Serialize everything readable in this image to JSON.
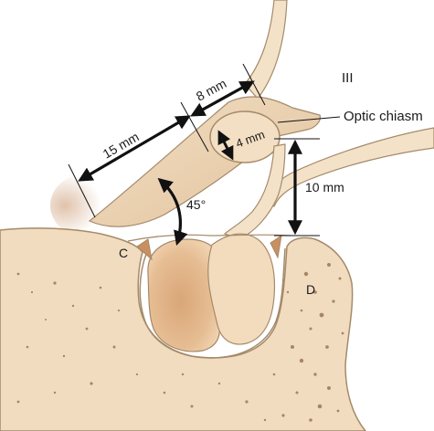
{
  "labels": {
    "ventricle": "III",
    "optic_chiasm": "Optic chiasm",
    "region_c": "C",
    "region_d": "D"
  },
  "measurements": {
    "nerve_length": "15 mm",
    "chiasm_to_dorsum": "8 mm",
    "chiasm_thickness": "4 mm",
    "chiasm_height": "10 mm",
    "nerve_angle": "45°"
  },
  "colors": {
    "tissue_fill": "#f4e2c8",
    "tissue_stroke": "#a58a6a",
    "bone_fill": "#f1dcc0",
    "bone_pore": "#a88664",
    "gland_fill": "#e8c49e",
    "gland_shade": "#d8a57a",
    "nerve_fill": "#ead3b4",
    "arrow": "#111111",
    "text": "#1a1a1a"
  }
}
